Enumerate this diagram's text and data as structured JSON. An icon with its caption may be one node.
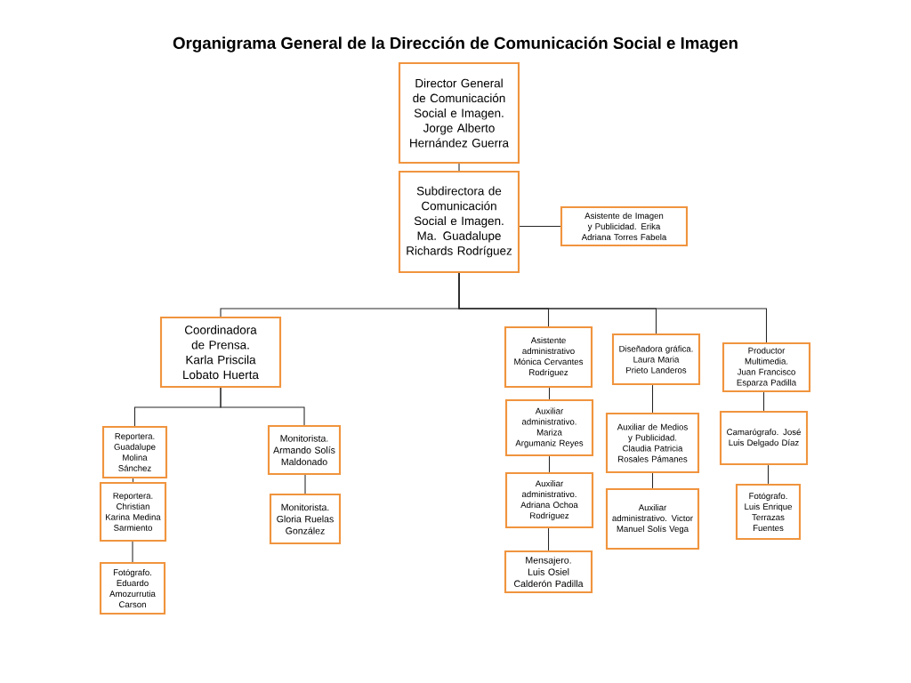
{
  "diagram": {
    "title": "Organigrama General de la Dirección de Comunicación Social e Imagen",
    "nodes": [
      {
        "text": [
          "Director General de Comunicación Social e Imagen. Jorge Alberto Hernández Guerra"
        ]
      },
      {
        "text": [
          "Subdirectora de Comunicación Social e Imagen. Ma. Guadalupe Richards Rodríguez"
        ]
      },
      {
        "text": [
          "Asistente de Imagen y Publicidad. Erika Adriana Torres Fabela"
        ]
      },
      {
        "text": [
          "Coordinadora de Prensa. Karla Priscila Lobato Huerta"
        ]
      },
      {
        "text": [
          "Asistente administrativo Mónica Cervantes Rodríguez"
        ]
      },
      {
        "text": [
          "Diseñadora gráfica. Laura Maria Prieto Landeros"
        ]
      },
      {
        "text": [
          "Productor Multimedia. Juan Francisco Esparza Padilla"
        ]
      },
      {
        "text": [
          "Reportera. Guadalupe Molina Sánchez"
        ]
      },
      {
        "text": [
          "Monitorista. Armando Solís Maldonado"
        ]
      },
      {
        "text": [
          "Auxiliar administrativo. Mariza Argumaniz Reyes"
        ]
      },
      {
        "text": [
          "Auxiliar de Medios y Publicidad. Claudia Patricia Rosales Pámanes"
        ]
      },
      {
        "text": [
          "Camarógrafo. José Luis Delgado Díaz"
        ]
      },
      {
        "text": [
          "Reportera. Christian Karina Medina Sarmiento"
        ]
      },
      {
        "text": [
          "Monitorista. Gloria Ruelas González"
        ]
      },
      {
        "text": [
          "Auxiliar administrativo. Adriana Ochoa Rodríguez"
        ]
      },
      {
        "text": [
          "Auxiliar administrativo. Victor Manuel Solís Vega"
        ]
      },
      {
        "text": [
          "Fotógrafo. Luis Enrique Terrazas Fuentes"
        ]
      },
      {
        "text": [
          "Fotógrafo. Eduardo Amozurrutia Carson"
        ]
      },
      {
        "text": [
          "Mensajero. Luis Osiel Calderón Padilla"
        ]
      }
    ],
    "edges": [
      {
        "from": 0,
        "to": 1,
        "arrow": "none"
      },
      {
        "from": 1,
        "to": 2,
        "arrow": "none"
      },
      {
        "from": 1,
        "to": 3,
        "arrow": "none"
      },
      {
        "from": 1,
        "to": 4,
        "arrow": "none"
      },
      {
        "from": 1,
        "to": 5,
        "arrow": "none"
      },
      {
        "from": 1,
        "to": 6,
        "arrow": "none"
      },
      {
        "from": 3,
        "to": 7,
        "arrow": "none"
      },
      {
        "from": 3,
        "to": 8,
        "arrow": "none"
      },
      {
        "from": 7,
        "to": 12,
        "arrow": "none"
      },
      {
        "from": 12,
        "to": 17,
        "arrow": "none"
      },
      {
        "from": 8,
        "to": 13,
        "arrow": "none"
      },
      {
        "from": 4,
        "to": 9,
        "arrow": "none"
      },
      {
        "from": 9,
        "to": 14,
        "arrow": "none"
      },
      {
        "from": 14,
        "to": 18,
        "arrow": "none"
      },
      {
        "from": 5,
        "to": 10,
        "arrow": "none"
      },
      {
        "from": 10,
        "to": 15,
        "arrow": "none"
      },
      {
        "from": 6,
        "to": 11,
        "arrow": "none"
      },
      {
        "from": 11,
        "to": 16,
        "arrow": "none"
      }
    ]
  }
}
